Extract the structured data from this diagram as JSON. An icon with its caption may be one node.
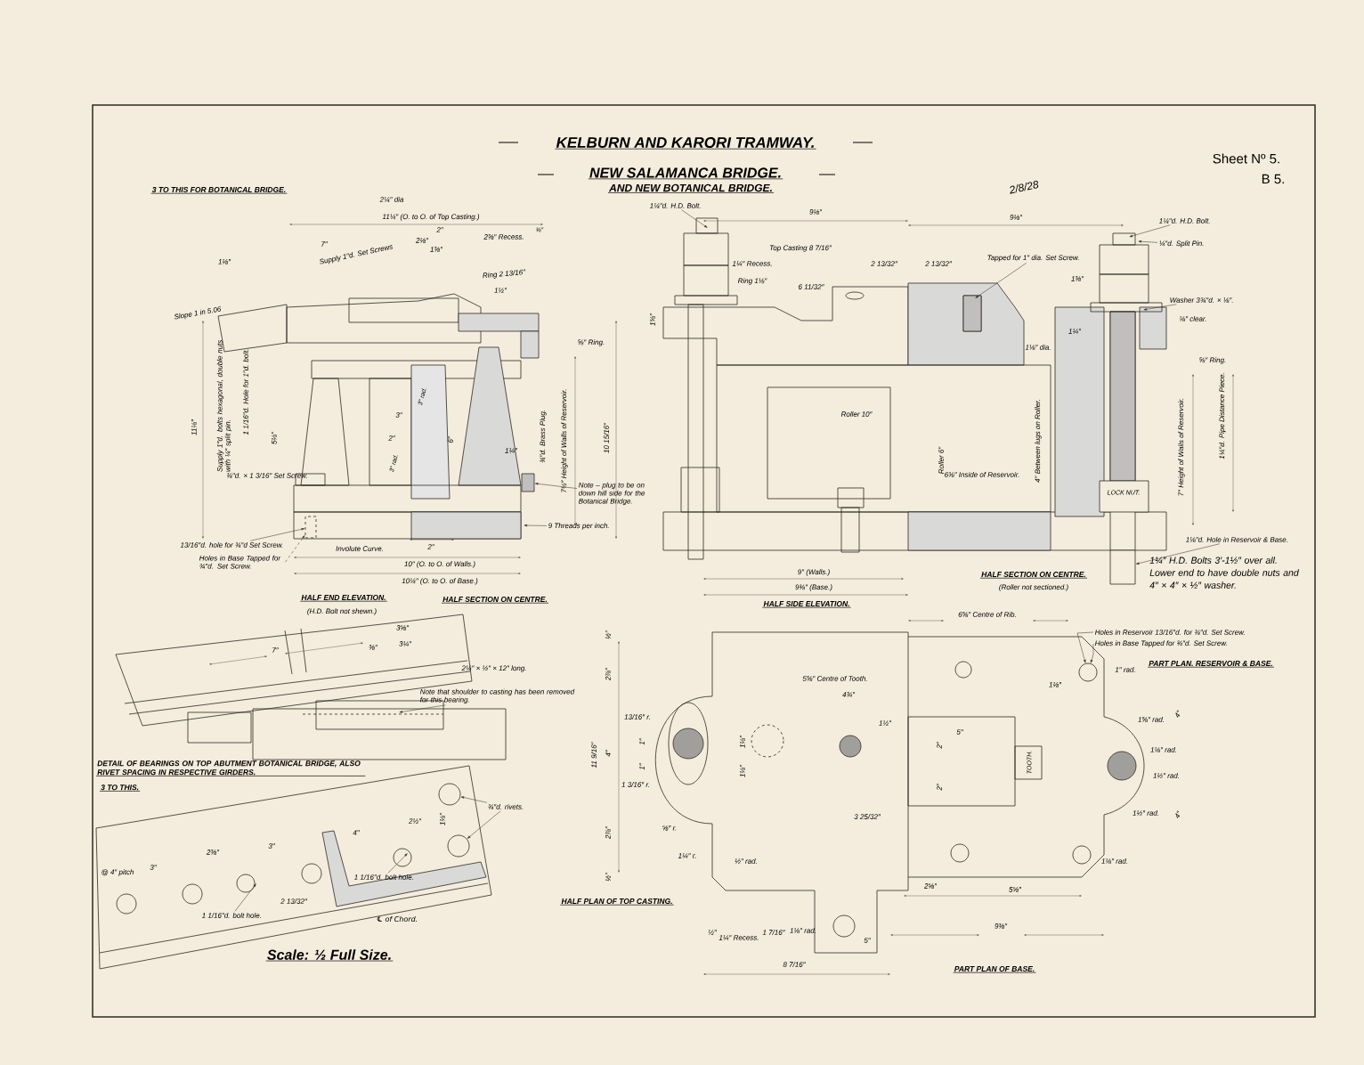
{
  "diagram": {
    "title": "KELBURN AND KARORI TRAMWAY.",
    "nodes": [
      {
        "text": [
          "Note – plug to be on down hill side for the Botanical Bridge."
        ]
      },
      {
        "text": [
          "Note that shoulder to casting has been removed for this bearing."
        ]
      },
      {
        "text": [
          "Holes in Reservoir 13/16″d. for ¾″d. Set Screw."
        ]
      },
      {
        "text": [
          "Holes in Base Tapped for ¾″d. Set Screw."
        ]
      },
      {
        "text": [
          "Tapped for 1″ dia. Set Screw."
        ]
      },
      {
        "text": [
          "1¼″d. H.D. Bolt."
        ]
      },
      {
        "text": [
          "¼″d. Split Pin."
        ]
      },
      {
        "text": [
          "Washer 3¾″d. × ⅛″."
        ]
      },
      {
        "text": [
          "1⅛″d. Hole in Reservoir & Base."
        ]
      },
      {
        "text": [
          "13/16″d. hole for ¾″d Set Screw."
        ]
      },
      {
        "text": [
          "Holes in Base Tapped for ¾″d. Set Screw."
        ]
      },
      {
        "text": [
          "¾″d. rivets."
        ]
      },
      {
        "text": [
          "1 1/16″d. bolt hole."
        ]
      },
      {
        "text": [
          "1 1/16″d. bolt hole."
        ]
      },
      {
        "text": [
          "9 Threads per inch."
        ]
      },
      {
        "text": [
          "1¼″d. H.D. Bolt."
        ]
      },
      {
        "text": [],
        "shape": "box"
      },
      {
        "text": [],
        "shape": "circle"
      },
      {
        "text": [],
        "shape": "circle"
      },
      {
        "text": [],
        "shape": "box"
      },
      {
        "text": [],
        "shape": "circle"
      },
      {
        "text": [],
        "shape": "box"
      }
    ],
    "edges": [
      {
        "from": 0,
        "to": 16,
        "arrow": "to"
      },
      {
        "from": 1,
        "to": null,
        "arrow": "to"
      },
      {
        "from": 2,
        "to": 17,
        "arrow": "to"
      },
      {
        "from": 3,
        "to": 17,
        "arrow": "to"
      },
      {
        "from": 4,
        "to": null,
        "arrow": "to"
      },
      {
        "from": 5,
        "to": null,
        "arrow": "to"
      },
      {
        "from": 6,
        "to": null,
        "arrow": "to"
      },
      {
        "from": 7,
        "to": null,
        "arrow": "to"
      },
      {
        "from": 8,
        "to": 21,
        "arrow": "to"
      },
      {
        "from": 9,
        "to": 19,
        "arrow": "to"
      },
      {
        "from": 10,
        "to": 19,
        "arrow": "to",
        "style": "dashed"
      },
      {
        "from": 11,
        "to": 18,
        "arrow": "to"
      },
      {
        "from": 11,
        "to": 20,
        "arrow": "to"
      },
      {
        "from": 12,
        "to": null,
        "arrow": "to"
      },
      {
        "from": 13,
        "to": null,
        "arrow": "to"
      },
      {
        "from": 14,
        "to": null,
        "arrow": "to"
      },
      {
        "from": 15,
        "to": null,
        "arrow": "to"
      }
    ],
    "labels": [
      "NEW SALAMANCA BRIDGE.",
      "AND NEW BOTANICAL BRIDGE.",
      "Sheet Nº 5.",
      "B 5.",
      "2/8/28",
      "3 TO THIS FOR BOTANICAL BRIDGE.",
      "2¼″ dia",
      "11¼″ (O. to O. of Top Casting.)",
      "2″",
      "2⅜″ Recess.",
      "⅜″",
      "7″",
      "Supply 1″d. Set Screws",
      "2⅛″",
      "1⅜″",
      "1⅛″",
      "Ring 2 13/16″",
      "Slope 1 in 5.06",
      "1½″",
      "⅝″ Ring.",
      "Supply 1″d. bolts hexagonal, double nuts with ¼″ split pin.",
      "1 1/16″d. Hole for 1″d. bolt.",
      "11⅛″",
      "5⅛″",
      "3″",
      "3″ rad.",
      "2″",
      "6″",
      "3″ rad.",
      "¾″d. Brass Plug.",
      "7½″ Height of Walls of Reservoir.",
      "10 15/16″",
      "1¼″",
      "¾″d. × 1 3/16″ Set Screw.",
      "Involute Curve.",
      "2″",
      "10″ (O. to O. of Walls.)",
      "10¼″ (O. to O. of Base.)",
      "HALF END ELEVATION.",
      "(H.D. Bolt not shewn.)",
      "HALF SECTION ON CENTRE.",
      "9⅛″",
      "9⅛″",
      "Top Casting 8 7/16″",
      "1¼″ Recess.",
      "Ring 1⅛″",
      "6 11/32″",
      "2 13/32″",
      "2 13/32″",
      "1⅜″",
      "⅛″ clear.",
      "1⅛″ dia.",
      "1¼″",
      "⅝″ Ring.",
      "1⅝″",
      "Roller 10″",
      "Roller 6″",
      "6⅜″ Inside of Reservoir.",
      "4″ Between lugs on Roller.",
      "7″ Height of Walls of Reservoir.",
      "1¼″d. Pipe Distance Piece.",
      "LOCK NUT.",
      "9″ (Walls.)",
      "9⅜″ (Base.)",
      "HALF SIDE ELEVATION.",
      "HALF SECTION ON CENTRE.",
      "(Roller not sectioned.)",
      "1¼″ H.D. Bolts 3′-1½″ over all. Lower end to have double nuts and 4″ × 4″ × ½″ washer.",
      "7″",
      "3⅝″",
      "3¼″",
      "⅜″",
      "2¼″ × ½″ × 12″ long.",
      "DETAIL OF BEARINGS ON TOP ABUTMENT BOTANICAL BRIDGE, ALSO RIVET SPACING IN RESPECTIVE GIRDERS.",
      "3 TO THIS.",
      "@ 4″ pitch",
      "3″",
      "2⅜″",
      "3″",
      "4″",
      "2½″",
      "1⅛″",
      "2 13/32″",
      "℄ of Chord.",
      "Scale: ½ Full Size.",
      "6⅝″ Centre of Rib.",
      "PART PLAN. RESERVOIR & BASE.",
      "1″ rad.",
      "5⅝″ Centre of Tooth.",
      "4¾″",
      "1⅛″",
      "1½″",
      "5″",
      "1⅝″ rad.",
      "1⅛″ rad.",
      "1½″ rad.",
      "1½″ rad.",
      "1⅛″ rad.",
      "TOOTH.",
      "2″",
      "2″",
      "1⅛″",
      "1⅛″",
      "13/16″ r.",
      "1″",
      "1″",
      "1 3/16″ r.",
      "⅝″ r.",
      "1¼″ r.",
      "½″ rad.",
      "½″",
      "2⅞″",
      "11 9/16″",
      "4″",
      "2⅞″",
      "½″",
      "3 25/32″",
      "2⅝″",
      "5⅝″",
      "HALF PLAN OF TOP CASTING.",
      "½″",
      "1¼″ Recess.",
      "1 7/16″",
      "1⅛″ rad.",
      "5″",
      "9⅜″",
      "8 7/16″",
      "PART PLAN OF BASE.",
      "4″",
      "4″"
    ]
  }
}
